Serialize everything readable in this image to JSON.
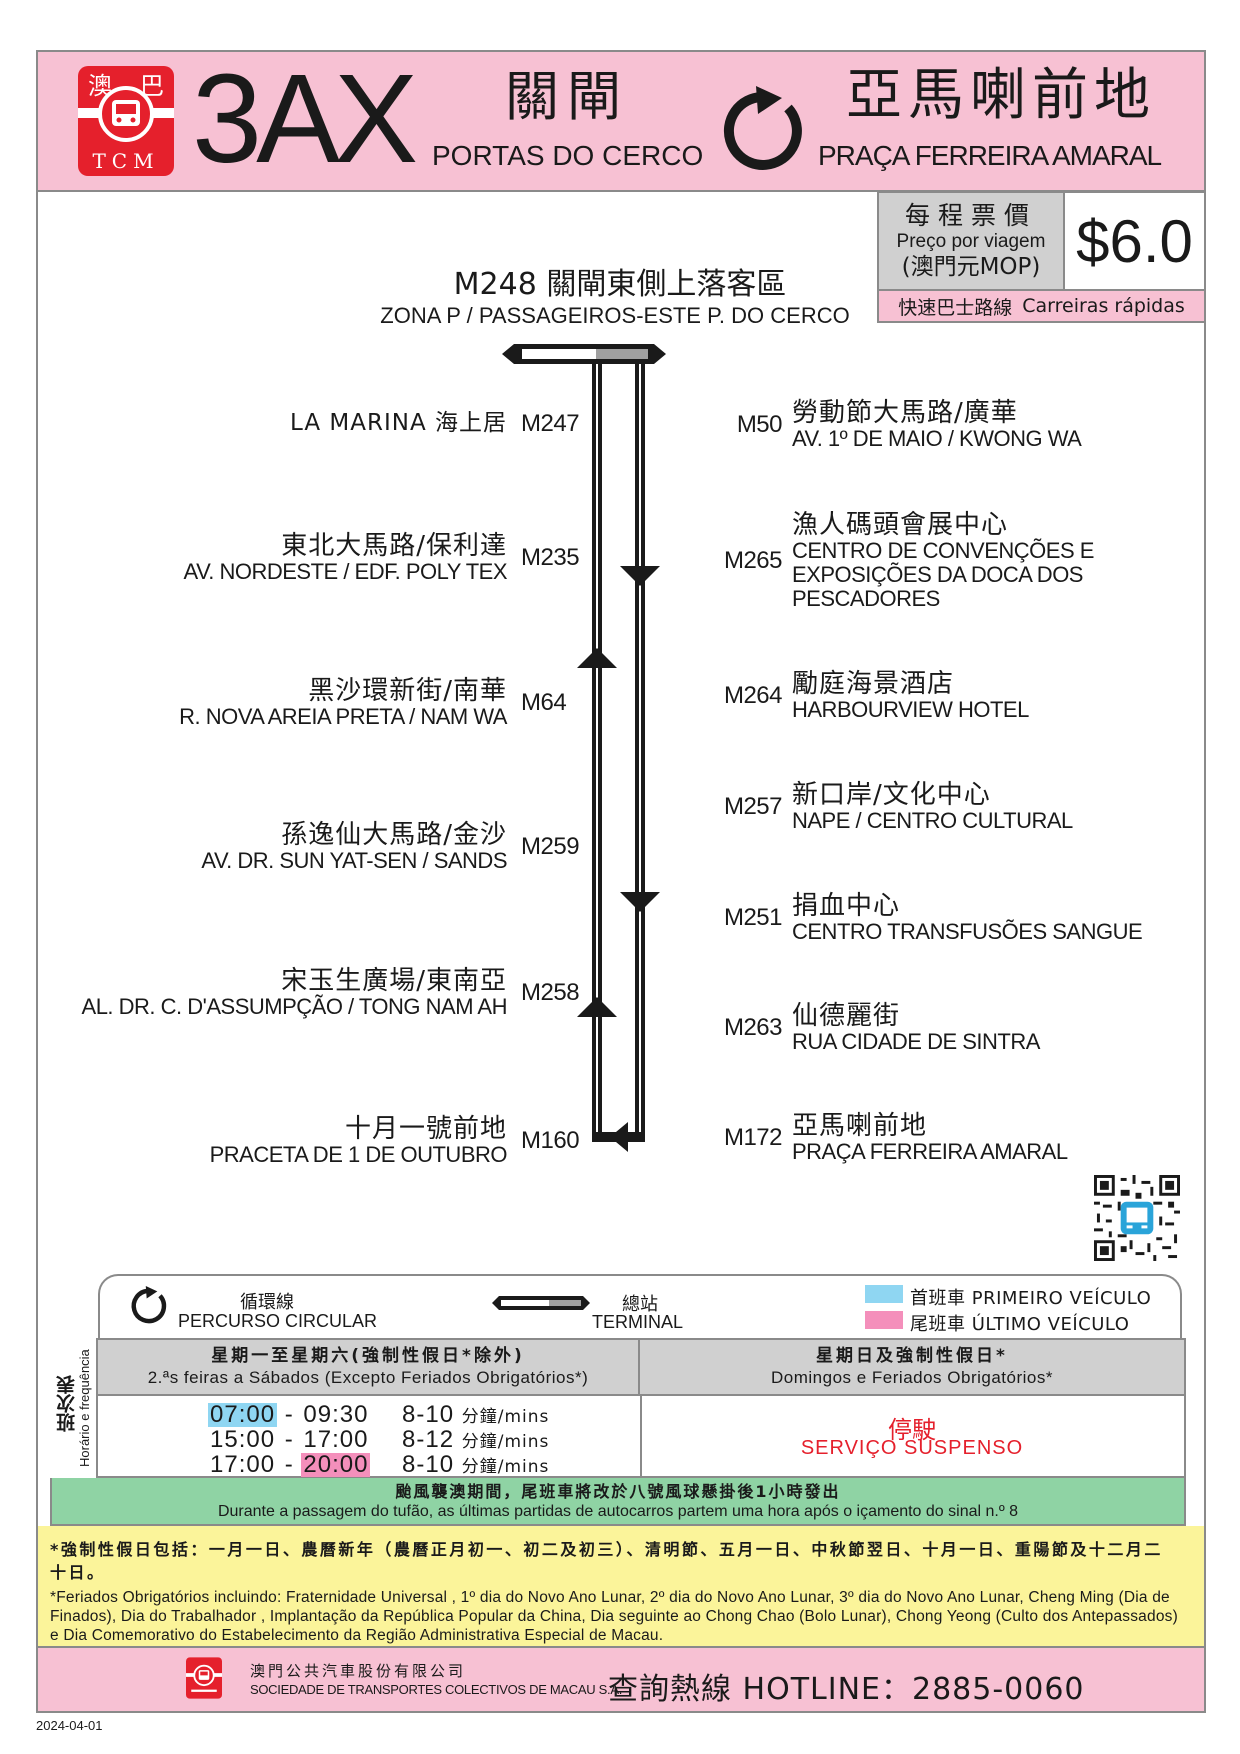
{
  "header": {
    "logo_top": "澳 巴",
    "logo_bottom": "TCM",
    "route_no": "3AX",
    "origin_zh": "關閘",
    "origin_pt": "PORTAS DO CERCO",
    "destination_zh": "亞馬喇前地",
    "destination_pt": "PRAÇA FERREIRA AMARAL",
    "route_icon": "circular-arrow-icon"
  },
  "fare": {
    "label_zh": "每程票價",
    "label_pt": "Preço por viagem",
    "label_mop": "(澳門元MOP)",
    "price": "$6.0",
    "express_zh": "快速巴士路線",
    "express_pt": "Carreiras rápidas"
  },
  "terminal": {
    "code_zh": "M248 關閘東側上落客區",
    "pt": "ZONA P / PASSAGEIROS-ESTE P. DO CERCO"
  },
  "stops_right": [
    {
      "code": "M50",
      "zh": "勞動節大馬路/廣華",
      "pt": "AV. 1º DE MAIO / KWONG WA"
    },
    {
      "code": "M265",
      "zh": "漁人碼頭會展中心",
      "pt": "CENTRO DE CONVENÇÕES E",
      "pt2": "EXPOSIÇÕES DA DOCA DOS",
      "pt3": "PESCADORES"
    },
    {
      "code": "M264",
      "zh": "勵庭海景酒店",
      "pt": "HARBOURVIEW HOTEL"
    },
    {
      "code": "M257",
      "zh": "新口岸/文化中心",
      "pt": "NAPE / CENTRO CULTURAL"
    },
    {
      "code": "M251",
      "zh": "捐血中心",
      "pt": "CENTRO TRANSFUSÕES SANGUE"
    },
    {
      "code": "M263",
      "zh": "仙德麗街",
      "pt": "RUA CIDADE DE SINTRA"
    },
    {
      "code": "M172",
      "zh": "亞馬喇前地",
      "pt": "PRAÇA FERREIRA AMARAL"
    }
  ],
  "stops_left": [
    {
      "code": "M247",
      "zh": "LA MARINA 海上居",
      "pt": ""
    },
    {
      "code": "M235",
      "zh": "東北大馬路/保利達",
      "pt": "AV. NORDESTE / EDF. POLY TEX"
    },
    {
      "code": "M64",
      "zh": "黑沙環新街/南華",
      "pt": "R. NOVA AREIA PRETA / NAM WA"
    },
    {
      "code": "M259",
      "zh": "孫逸仙大馬路/金沙",
      "pt": "AV. DR. SUN YAT-SEN / SANDS"
    },
    {
      "code": "M258",
      "zh": "宋玉生廣場/東南亞",
      "pt": "AL. DR. C. D'ASSUMPÇÃO / TONG NAM AH"
    },
    {
      "code": "M160",
      "zh": "十月一號前地",
      "pt": "PRACETA DE 1 DE OUTUBRO"
    }
  ],
  "legend": {
    "circular_zh": "循環線",
    "circular_pt": "PERCURSO CIRCULAR",
    "terminal_zh": "總站",
    "terminal_pt": "TERMINAL",
    "first_zh": "首班車",
    "first_pt": "PRIMEIRO VEÍCULO",
    "last_zh": "尾班車",
    "last_pt": "ÚLTIMO VEÍCULO",
    "first_color": "#8fd6f2",
    "last_color": "#f48fbb"
  },
  "timetable": {
    "side_zh": "班次表",
    "side_pt": "Horário e frequência",
    "weekday_zh": "星期一至星期六(強制性假日*除外)",
    "weekday_pt": "2.ªs feiras a Sábados (Excepto Feriados Obrigatórios*)",
    "holiday_zh": "星期日及強制性假日*",
    "holiday_pt": "Domingos e Feriados Obrigatórios*",
    "rows": [
      {
        "start": "07:00",
        "end": "09:30",
        "freq": "8-10",
        "unit": "分鐘/mins"
      },
      {
        "start": "15:00",
        "end": "17:00",
        "freq": "8-12",
        "unit": "分鐘/mins"
      },
      {
        "start": "17:00",
        "end": "20:00",
        "freq": "8-10",
        "unit": "分鐘/mins"
      }
    ],
    "suspended_zh": "停駛",
    "suspended_pt": "SERVIÇO SUSPENSO"
  },
  "typhoon": {
    "zh": "颱風襲澳期間，尾班車將改於八號風球懸掛後1小時發出",
    "pt": "Durante a passagem do tufão, as últimas partidas de autocarros partem uma hora após o içamento do sinal n.º 8"
  },
  "notes": {
    "zh": "*強制性假日包括：一月一日、農曆新年（農曆正月初一、初二及初三）、清明節、五月一日、中秋節翌日、十月一日、重陽節及十二月二十日。",
    "pt": "*Feriados Obrigatórios incluindo: Fraternidade Universal , 1º dia do Novo Ano Lunar, 2º dia do Novo Ano Lunar, 3º dia do Novo Ano Lunar, Cheng Ming (Dia de Finados), Dia do Trabalhador , Implantação da República Popular da China, Dia seguinte ao Chong Chao (Bolo Lunar), Chong Yeong (Culto dos Antepassados) e Dia Comemorativo do Estabelecimento da Região Administrativa Especial de Macau."
  },
  "footer": {
    "company_zh": "澳門公共汽車股份有限公司",
    "company_pt": "SOCIEDADE DE TRANSPORTES COLECTIVOS DE MACAU S.A.",
    "hotline": "查詢熱線 HOTLINE：2885-0060"
  },
  "date": "2024-04-01"
}
